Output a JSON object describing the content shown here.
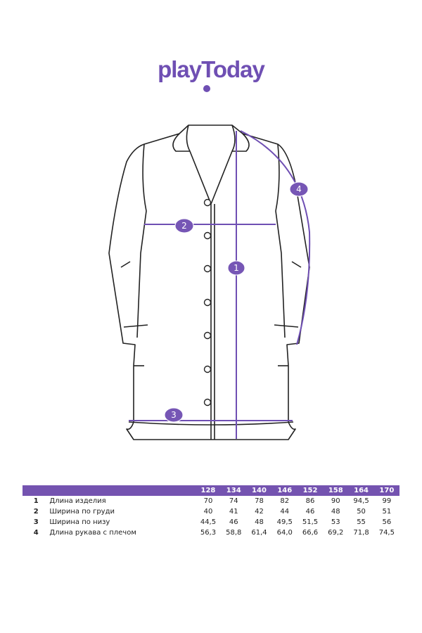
{
  "brand": {
    "logo_text": "playToday",
    "color": "#6f4fb3"
  },
  "diagram": {
    "markers": [
      "1",
      "2",
      "3",
      "4"
    ],
    "accent": "#6f4fb3"
  },
  "size_table": {
    "sizes": [
      "128",
      "134",
      "140",
      "146",
      "152",
      "158",
      "164",
      "170"
    ],
    "rows": [
      {
        "num": "1",
        "label": "Длина изделия",
        "values": [
          "70",
          "74",
          "78",
          "82",
          "86",
          "90",
          "94,5",
          "99"
        ]
      },
      {
        "num": "2",
        "label": "Ширина по груди",
        "values": [
          "40",
          "41",
          "42",
          "44",
          "46",
          "48",
          "50",
          "51"
        ]
      },
      {
        "num": "3",
        "label": "Ширина по низу",
        "values": [
          "44,5",
          "46",
          "48",
          "49,5",
          "51,5",
          "53",
          "55",
          "56"
        ]
      },
      {
        "num": "4",
        "label": "Длина рукава с плечом",
        "values": [
          "56,3",
          "58,8",
          "61,4",
          "64,0",
          "66,6",
          "69,2",
          "71,8",
          "74,5"
        ]
      }
    ]
  }
}
